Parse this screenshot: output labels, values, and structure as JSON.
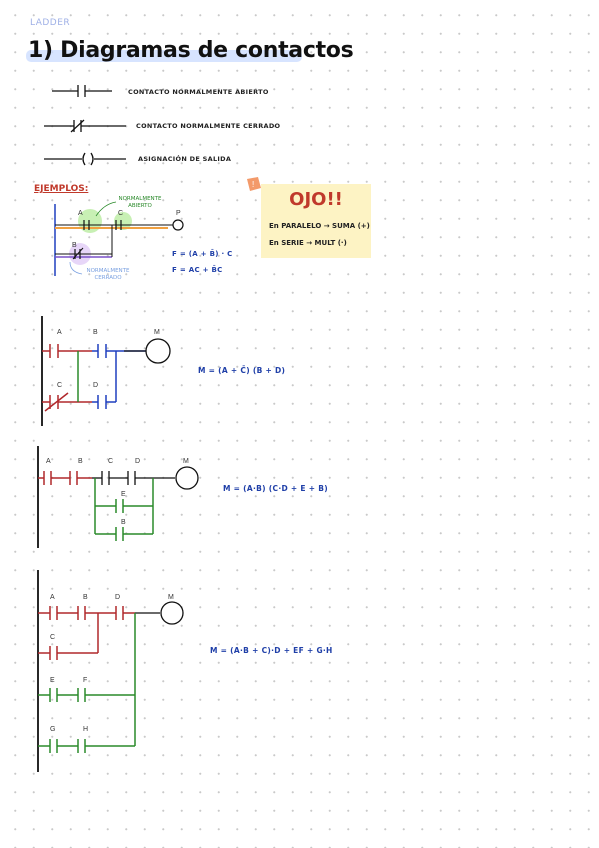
{
  "header": "LADDER",
  "title": "1) Diagramas de contactos",
  "symbols": [
    {
      "label": "CONTACTO NORMALMENTE ABIERTO"
    },
    {
      "label": "CONTACTO NORMALMENTE CERRADO"
    },
    {
      "label": "ASIGNACIÓN DE SALIDA"
    }
  ],
  "examples": {
    "label": "EJEMPLOS:",
    "contact_labels": [
      "A",
      "B",
      "C"
    ],
    "output_label": "P",
    "note_open": "NORMALMENTE ABIERTO",
    "note_closed": "NORMALMENTE CERRADO",
    "formula1": "F = (A + B̄) · C",
    "formula2": "F = AC + B̄C"
  },
  "ojo": {
    "title": "OJO!!",
    "line1": "En PARALELO → SUMA (+)",
    "line2": "En SERIE → MULT (·)"
  },
  "diagram1": {
    "labels": [
      "A",
      "B",
      "M",
      "C",
      "D"
    ],
    "formula": "M = (A + C̄) (B + D)"
  },
  "diagram2": {
    "labels": [
      "A",
      "B",
      "C",
      "D",
      "M",
      "E",
      "B"
    ],
    "formula": "M = (A·B) (C·D + E + B)"
  },
  "diagram3": {
    "labels": [
      "A",
      "B",
      "D",
      "M",
      "C",
      "E",
      "F",
      "G",
      "H"
    ],
    "formula": "M = (A·B + C)·D + EF + G·H"
  },
  "colors": {
    "red": "#b0282b",
    "blue": "#1f3fbf",
    "green": "#2a8a2a",
    "black": "#111111",
    "formula_blue": "#1f3fa8"
  }
}
